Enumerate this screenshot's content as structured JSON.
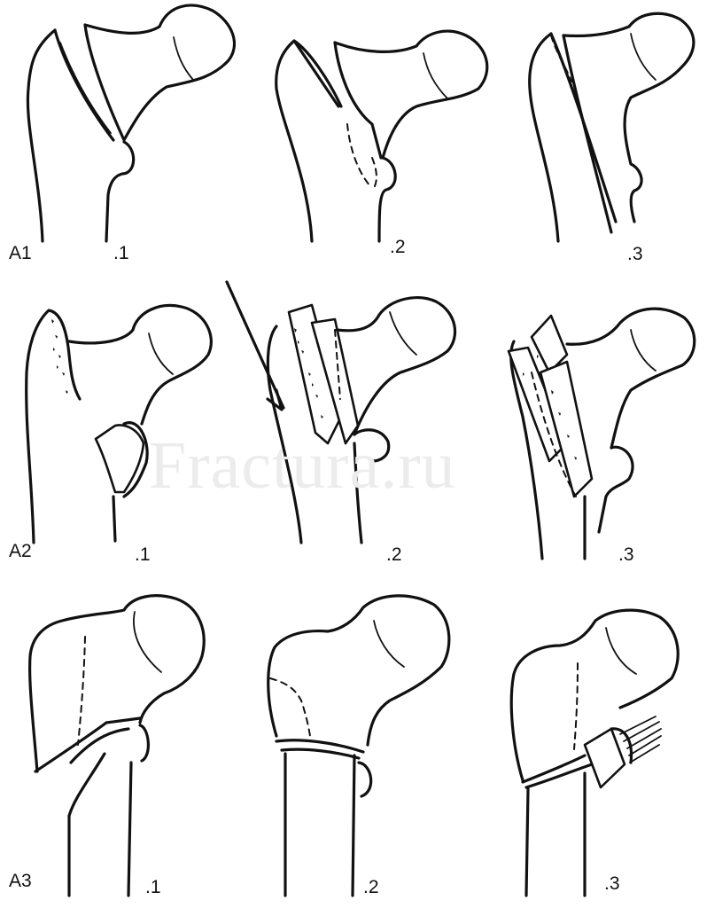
{
  "watermark": "Fractura.ru",
  "groups": [
    {
      "label": "A1",
      "subtypes": [
        ".1",
        ".2",
        ".3"
      ]
    },
    {
      "label": "A2",
      "subtypes": [
        ".1",
        ".2",
        ".3"
      ]
    },
    {
      "label": "A3",
      "subtypes": [
        ".1",
        ".2",
        ".3"
      ]
    }
  ]
}
